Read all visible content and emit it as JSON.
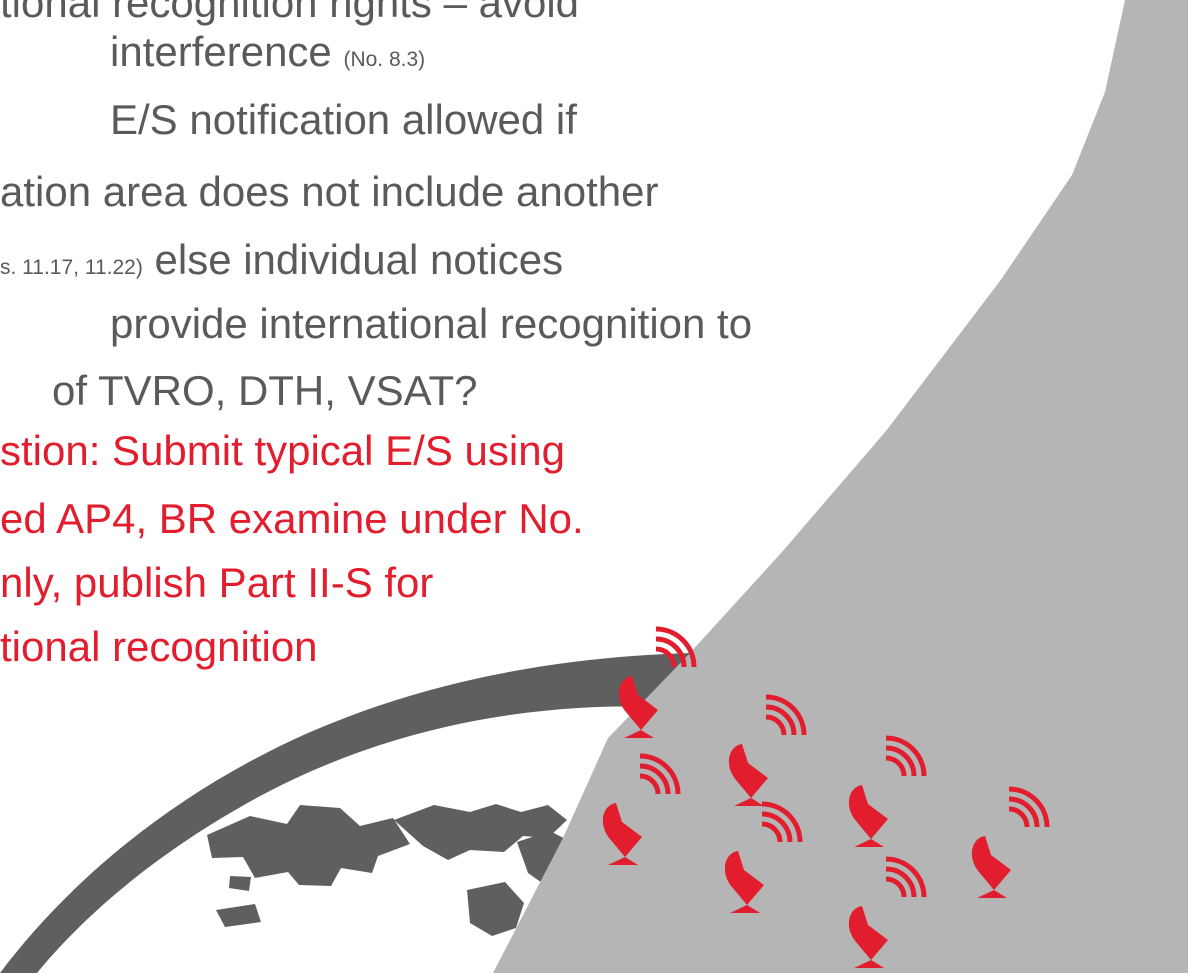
{
  "text": {
    "line_1": "tional recognition rights – avoid",
    "line_2_main": "interference",
    "line_2_ref": "(No. 8.3)",
    "line_3": "E/S notification allowed if",
    "line_4": "ation area does not include another",
    "line_5_ref": "s. 11.17, 11.22)",
    "line_5_main": "else individual notices",
    "line_6": "provide international recognition to",
    "line_7": "of TVRO, DTH, VSAT?",
    "line_8": "stion: Submit typical E/S using",
    "line_9": "ed AP4, BR examine under No.",
    "line_10": "nly, publish Part II-S for",
    "line_11": "tional recognition"
  },
  "colors": {
    "body_text": "#5a5a5a",
    "highlight_text": "#e11d2e",
    "earth_arc": "#5f5f5f",
    "beam": "#b5b5b5",
    "earth_station": "#e11d2e"
  },
  "icons": {
    "beam": "satellite-beam-shape",
    "earth": "earth-arc-shape",
    "station": "satellite-dish-icon"
  }
}
